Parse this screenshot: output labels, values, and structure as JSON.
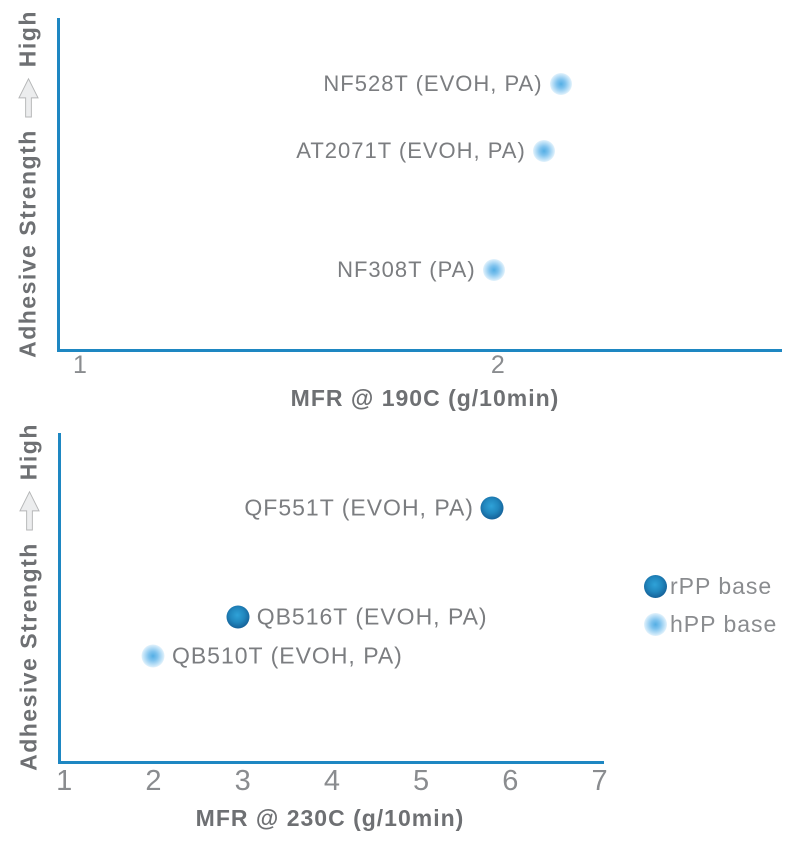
{
  "colors": {
    "axis_blue": "#1E87C2",
    "label_gray": "#6E7073",
    "tick_gray": "#8A8C8F",
    "point_label_gray": "#7B7D80",
    "rpp_dot_center": "#2FA2D8",
    "rpp_dot_edge": "#124F7E",
    "hpp_dot_center": "#54AEE4",
    "hpp_dot_edge": "#FFFFFF"
  },
  "chart_data": [
    {
      "type": "scatter",
      "title": "",
      "xlabel": "MFR @ 190C (g/10min)",
      "ylabel": "Adhesive Strength",
      "ylabel_arrow": "up-arrow-icon",
      "ylabel_end": "High",
      "x_ticks": [
        1,
        2
      ],
      "xlim": [
        0.945,
        2.68
      ],
      "ylim": [
        0,
        1
      ],
      "grid": false,
      "legend_position": "none",
      "points": [
        {
          "label": "NF528T (EVOH, PA)",
          "x": 2.15,
          "y": 0.8,
          "series": "hPP base",
          "label_side": "left"
        },
        {
          "label": "AT2071T (EVOH, PA)",
          "x": 2.11,
          "y": 0.6,
          "series": "hPP base",
          "label_side": "left"
        },
        {
          "label": "NF308T (PA)",
          "x": 1.99,
          "y": 0.24,
          "series": "hPP base",
          "label_side": "left"
        }
      ]
    },
    {
      "type": "scatter",
      "title": "",
      "xlabel": "MFR @ 230C (g/10min)",
      "ylabel": "Adhesive Strength",
      "ylabel_arrow": "up-arrow-icon",
      "ylabel_end": "High",
      "x_ticks": [
        1,
        2,
        3,
        4,
        5,
        6,
        7
      ],
      "xlim": [
        0.93,
        7.05
      ],
      "ylim": [
        0,
        1
      ],
      "grid": false,
      "legend": {
        "position": "right",
        "entries": [
          {
            "label": "rPP base",
            "series": "rPP base"
          },
          {
            "label": "hPP base",
            "series": "hPP base"
          }
        ]
      },
      "points": [
        {
          "label": "QF551T (EVOH, PA)",
          "x": 5.8,
          "y": 0.77,
          "series": "rPP base",
          "label_side": "left"
        },
        {
          "label": "QB516T (EVOH, PA)",
          "x": 2.95,
          "y": 0.44,
          "series": "rPP base",
          "label_side": "right"
        },
        {
          "label": "QB510T (EVOH, PA)",
          "x": 2.0,
          "y": 0.32,
          "series": "hPP base",
          "label_side": "right"
        }
      ]
    }
  ]
}
